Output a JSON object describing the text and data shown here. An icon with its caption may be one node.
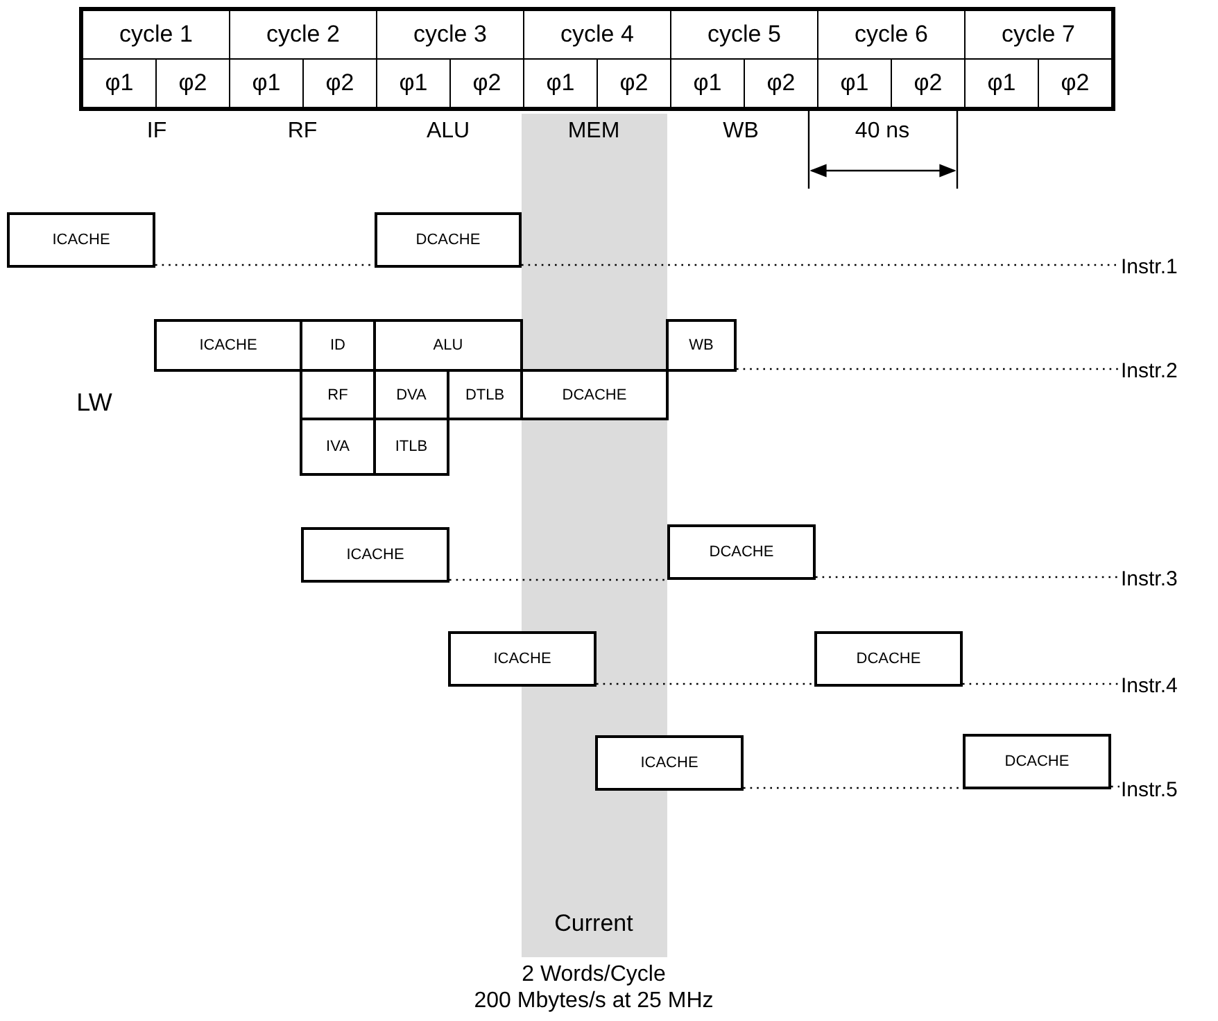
{
  "diagram": {
    "nodes": [
      {
        "text": [
          "ICACHE"
        ]
      },
      {
        "text": [
          "DCACHE"
        ]
      },
      {
        "text": [
          "Instr.1"
        ]
      },
      {
        "text": [
          "ICACHE"
        ]
      },
      {
        "text": [
          "ID"
        ]
      },
      {
        "text": [
          "ALU"
        ]
      },
      {
        "text": [
          "WB"
        ]
      },
      {
        "text": [
          "RF"
        ]
      },
      {
        "text": [
          "DVA"
        ]
      },
      {
        "text": [
          "DTLB"
        ]
      },
      {
        "text": [
          "DCACHE"
        ]
      },
      {
        "text": [
          "IVA"
        ]
      },
      {
        "text": [
          "ITLB"
        ]
      },
      {
        "text": [
          "Instr.2"
        ]
      },
      {
        "text": [
          "ICACHE"
        ]
      },
      {
        "text": [
          "DCACHE"
        ]
      },
      {
        "text": [
          "Instr.3"
        ]
      },
      {
        "text": [
          "ICACHE"
        ]
      },
      {
        "text": [
          "DCACHE"
        ]
      },
      {
        "text": [
          "Instr.4"
        ]
      },
      {
        "text": [
          "ICACHE"
        ]
      },
      {
        "text": [
          "DCACHE"
        ]
      },
      {
        "text": [
          "Instr.5"
        ]
      }
    ],
    "edges": [
      {
        "from": 0,
        "to": 1,
        "arrow": "none",
        "style": "dashed"
      },
      {
        "from": 1,
        "to": 2,
        "arrow": "none",
        "style": "dashed"
      },
      {
        "from": 6,
        "to": 13,
        "arrow": "none",
        "style": "dashed"
      },
      {
        "from": 14,
        "to": 15,
        "arrow": "none",
        "style": "dashed"
      },
      {
        "from": 15,
        "to": 16,
        "arrow": "none",
        "style": "dashed"
      },
      {
        "from": 17,
        "to": 18,
        "arrow": "none",
        "style": "dashed"
      },
      {
        "from": 18,
        "to": 19,
        "arrow": "none",
        "style": "dashed"
      },
      {
        "from": 20,
        "to": 21,
        "arrow": "none",
        "style": "dashed"
      },
      {
        "from": 21,
        "to": 22,
        "arrow": "none",
        "style": "dashed"
      }
    ],
    "labels": [
      "cycle 1",
      "cycle 2",
      "cycle 3",
      "cycle 4",
      "cycle 5",
      "cycle 6",
      "cycle 7",
      "φ1",
      "φ2",
      "φ1",
      "φ2",
      "φ1",
      "φ2",
      "φ1",
      "φ2",
      "φ1",
      "φ2",
      "φ1",
      "φ2",
      "φ1",
      "φ2",
      "IF",
      "RF",
      "ALU",
      "MEM",
      "WB",
      "40 ns",
      "LW",
      "Current",
      "2 Words/Cycle",
      "200 Mbytes/s at 25 MHz"
    ]
  }
}
